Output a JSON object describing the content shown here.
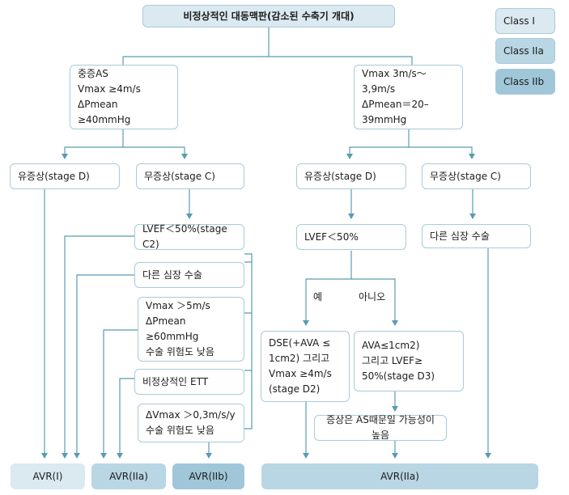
{
  "title": "비정상적인 대동맥판(감소된 수축기 개대)",
  "legend": [
    "Class I",
    "Class IIa",
    "Class IIb"
  ],
  "left": {
    "criteria": [
      "중증AS",
      "Vmax ≥4m/s",
      "ΔPmean ≥40mmHg"
    ],
    "symptomatic": "유증상(stage D)",
    "asymptomatic": "무증상(stage C)",
    "lvef": "LVEF＜50%(stage C2)",
    "other_surgery": "다른 심장 수술",
    "vmax5": [
      "Vmax ＞5m/s",
      "ΔPmean ≥60mmHg",
      "수술 위험도 낮음"
    ],
    "ett": "비정상적인 ETT",
    "dvmax": [
      "ΔVmax ＞0,3m/s/y",
      "수술 위험도 낮음"
    ]
  },
  "right": {
    "criteria": [
      "Vmax 3m/s～3,9m/s",
      "ΔPmean＝20–",
      "39mmHg"
    ],
    "symptomatic": "유증상(stage D)",
    "asymptomatic": "무증상(stage C)",
    "lvef": "LVEF＜50%",
    "other_surgery": "다른 심장 수술",
    "yes": "예",
    "no": "아니오",
    "dse": [
      "DSE(+AVA ≤",
      "1cm2) 그리고",
      "Vmax ≥4m/s",
      "(stage D2)"
    ],
    "ava": [
      "AVA≤1cm2)",
      "그리고 LVEF≥",
      "50%(stage D3)"
    ],
    "symptom_due": "증상은 AS때문일 가능성이 높음"
  },
  "results": {
    "avr1": "AVR(I)",
    "avr2a": "AVR(IIa)",
    "avr2b": "AVR(IIb)",
    "avr_right": "AVR(IIa)"
  },
  "colors": {
    "class1": "#dbe9f1",
    "class2a": "#b9d6e4",
    "class2b": "#9fc6d9",
    "border": "#a9cbd9",
    "line": "#5a9bb3"
  }
}
